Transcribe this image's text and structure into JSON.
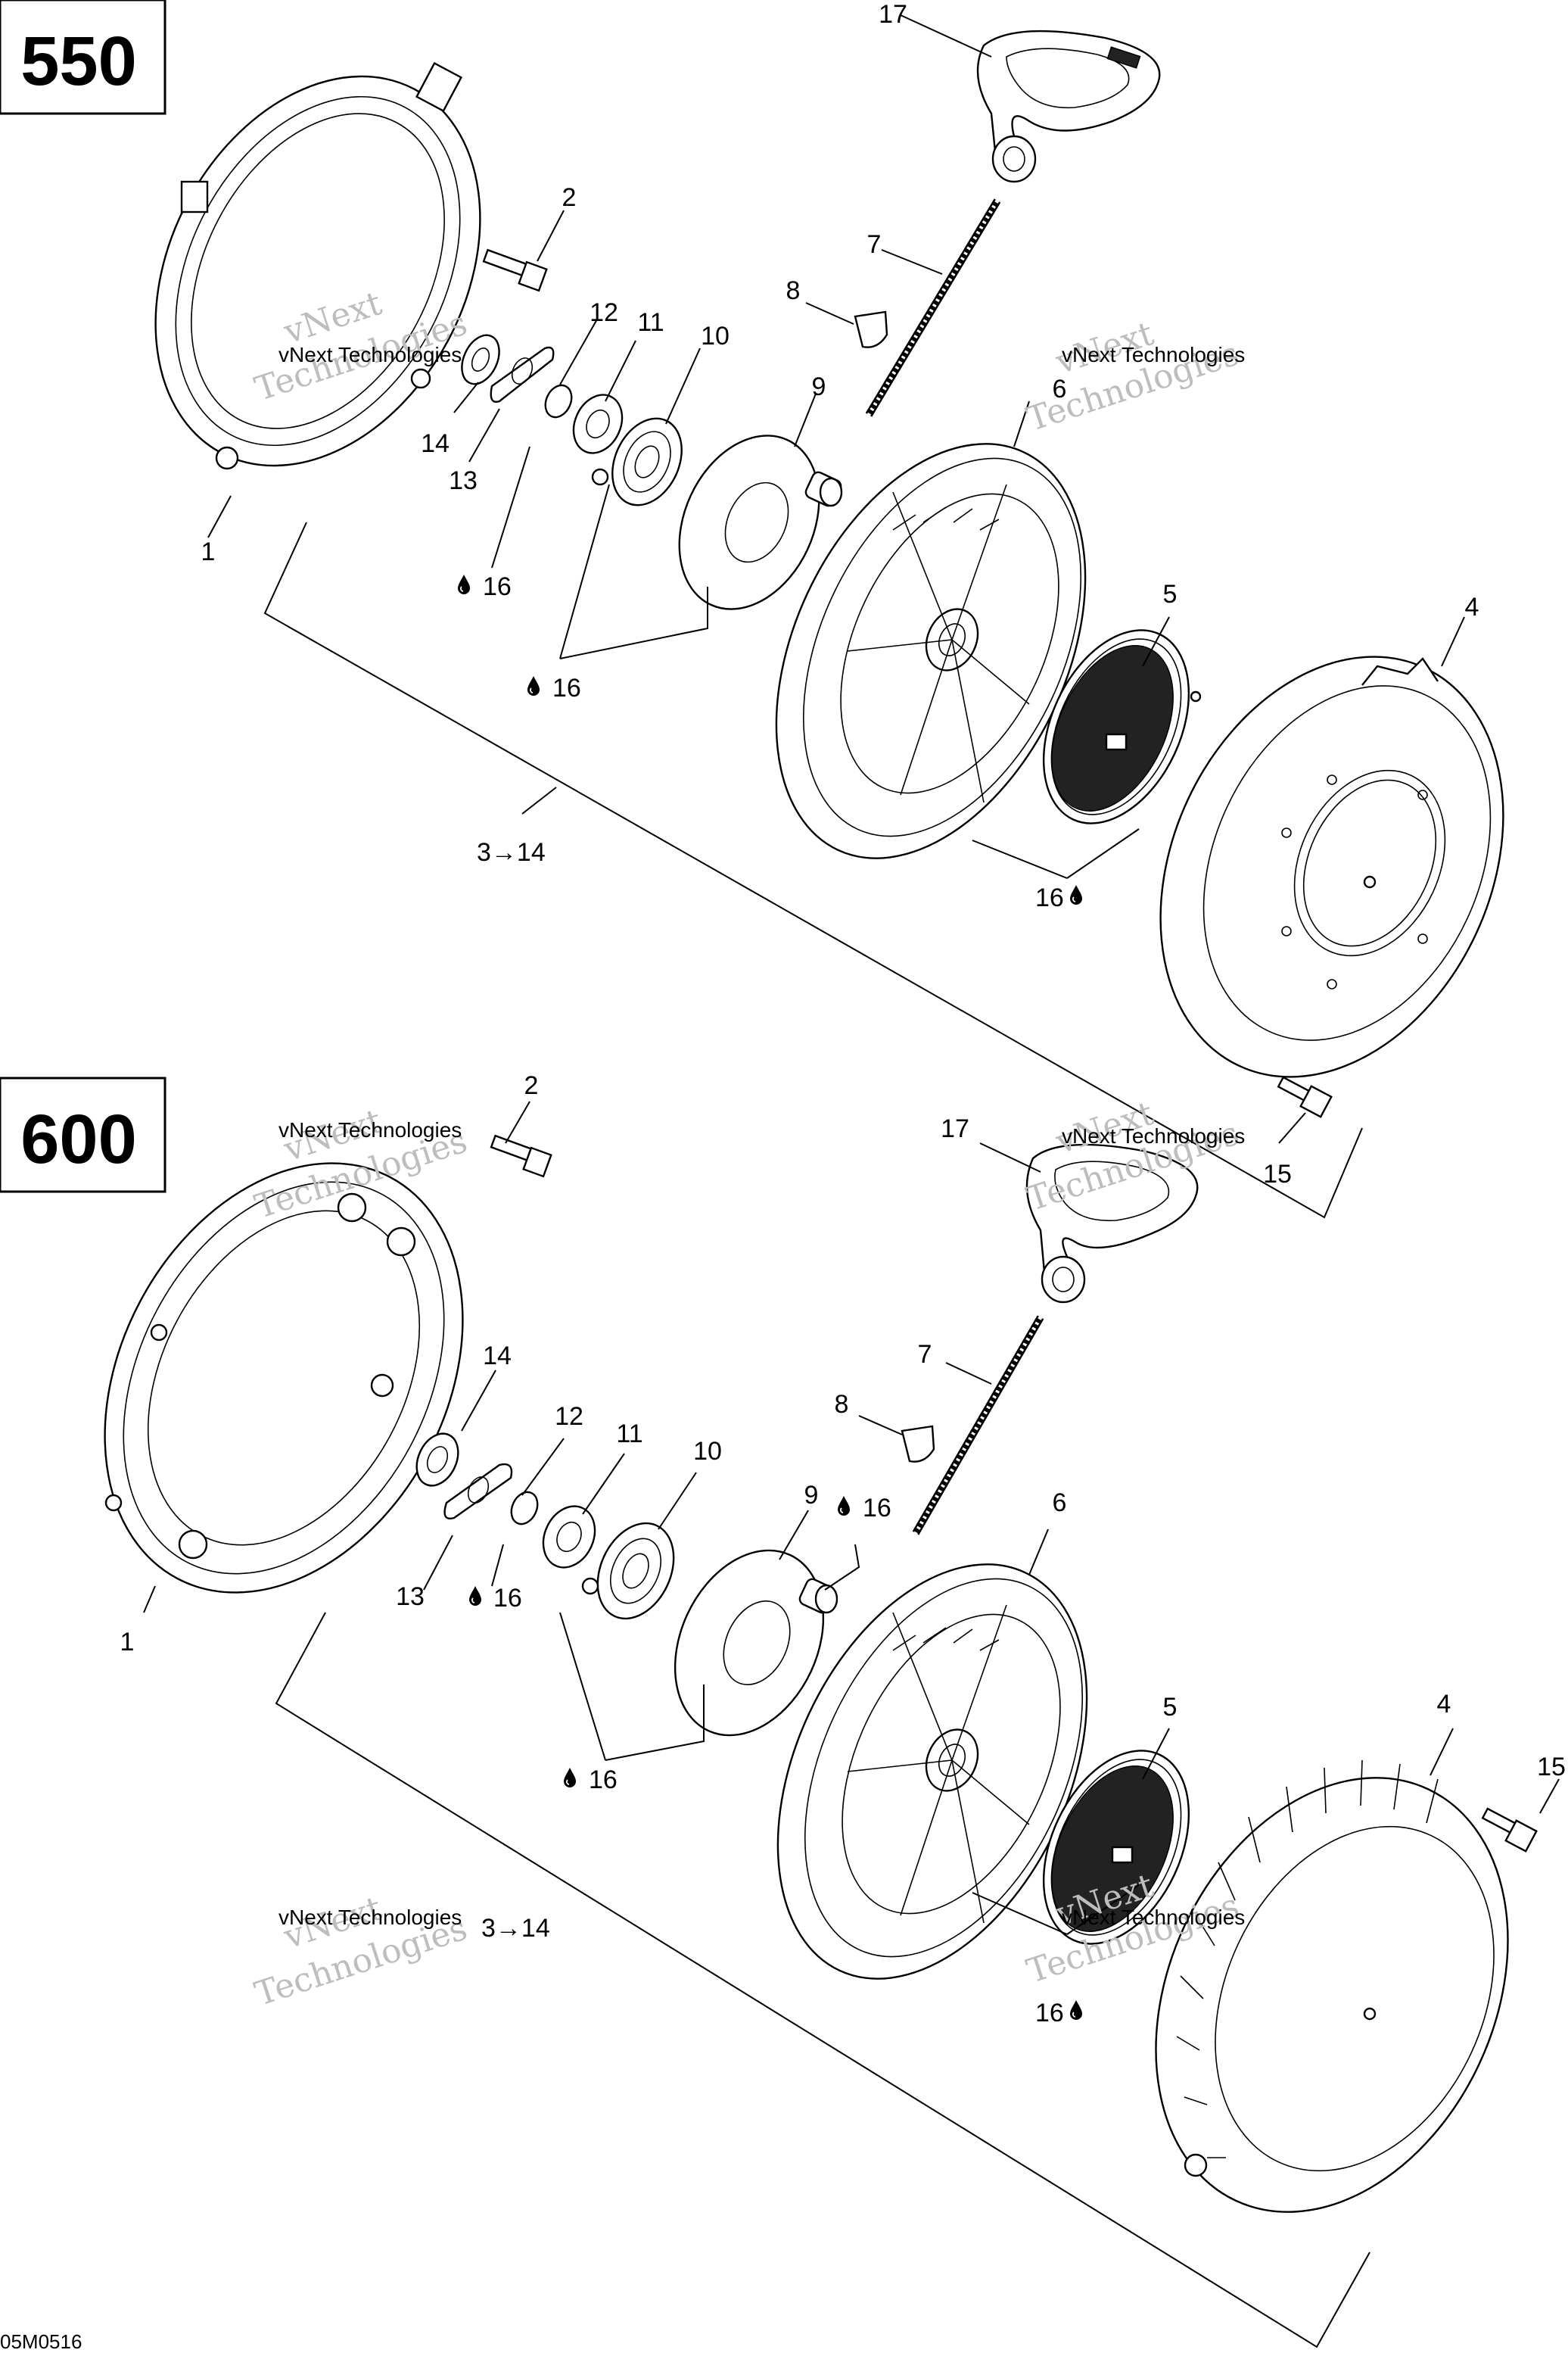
{
  "diagrams": [
    {
      "model_label": "550",
      "callouts": {
        "p1": "1",
        "p2": "2",
        "p4": "4",
        "p5": "5",
        "p6": "6",
        "p7": "7",
        "p8": "8",
        "p9": "9",
        "p10": "10",
        "p11": "11",
        "p12": "12",
        "p13": "13",
        "p14": "14",
        "p15": "15",
        "p17": "17",
        "lub_a": "16",
        "lub_b": "16",
        "lub_c": "16",
        "kit": "3→14"
      }
    },
    {
      "model_label": "600",
      "callouts": {
        "p1": "1",
        "p2": "2",
        "p4": "4",
        "p5": "5",
        "p6": "6",
        "p7": "7",
        "p8": "8",
        "p9": "9",
        "p10": "10",
        "p11": "11",
        "p12": "12",
        "p13": "13",
        "p14": "14",
        "p15": "15",
        "p17": "17",
        "lub_a": "16",
        "lub_b": "16",
        "lub_c": "16",
        "lub_d": "16",
        "kit": "3→14"
      }
    }
  ],
  "watermark": {
    "line1": "vNext",
    "line2": "Technologies",
    "inline": "vNext Technologies"
  },
  "figure_reference": "05M0516",
  "icons": {
    "lubricant": "oil-drop-icon"
  }
}
